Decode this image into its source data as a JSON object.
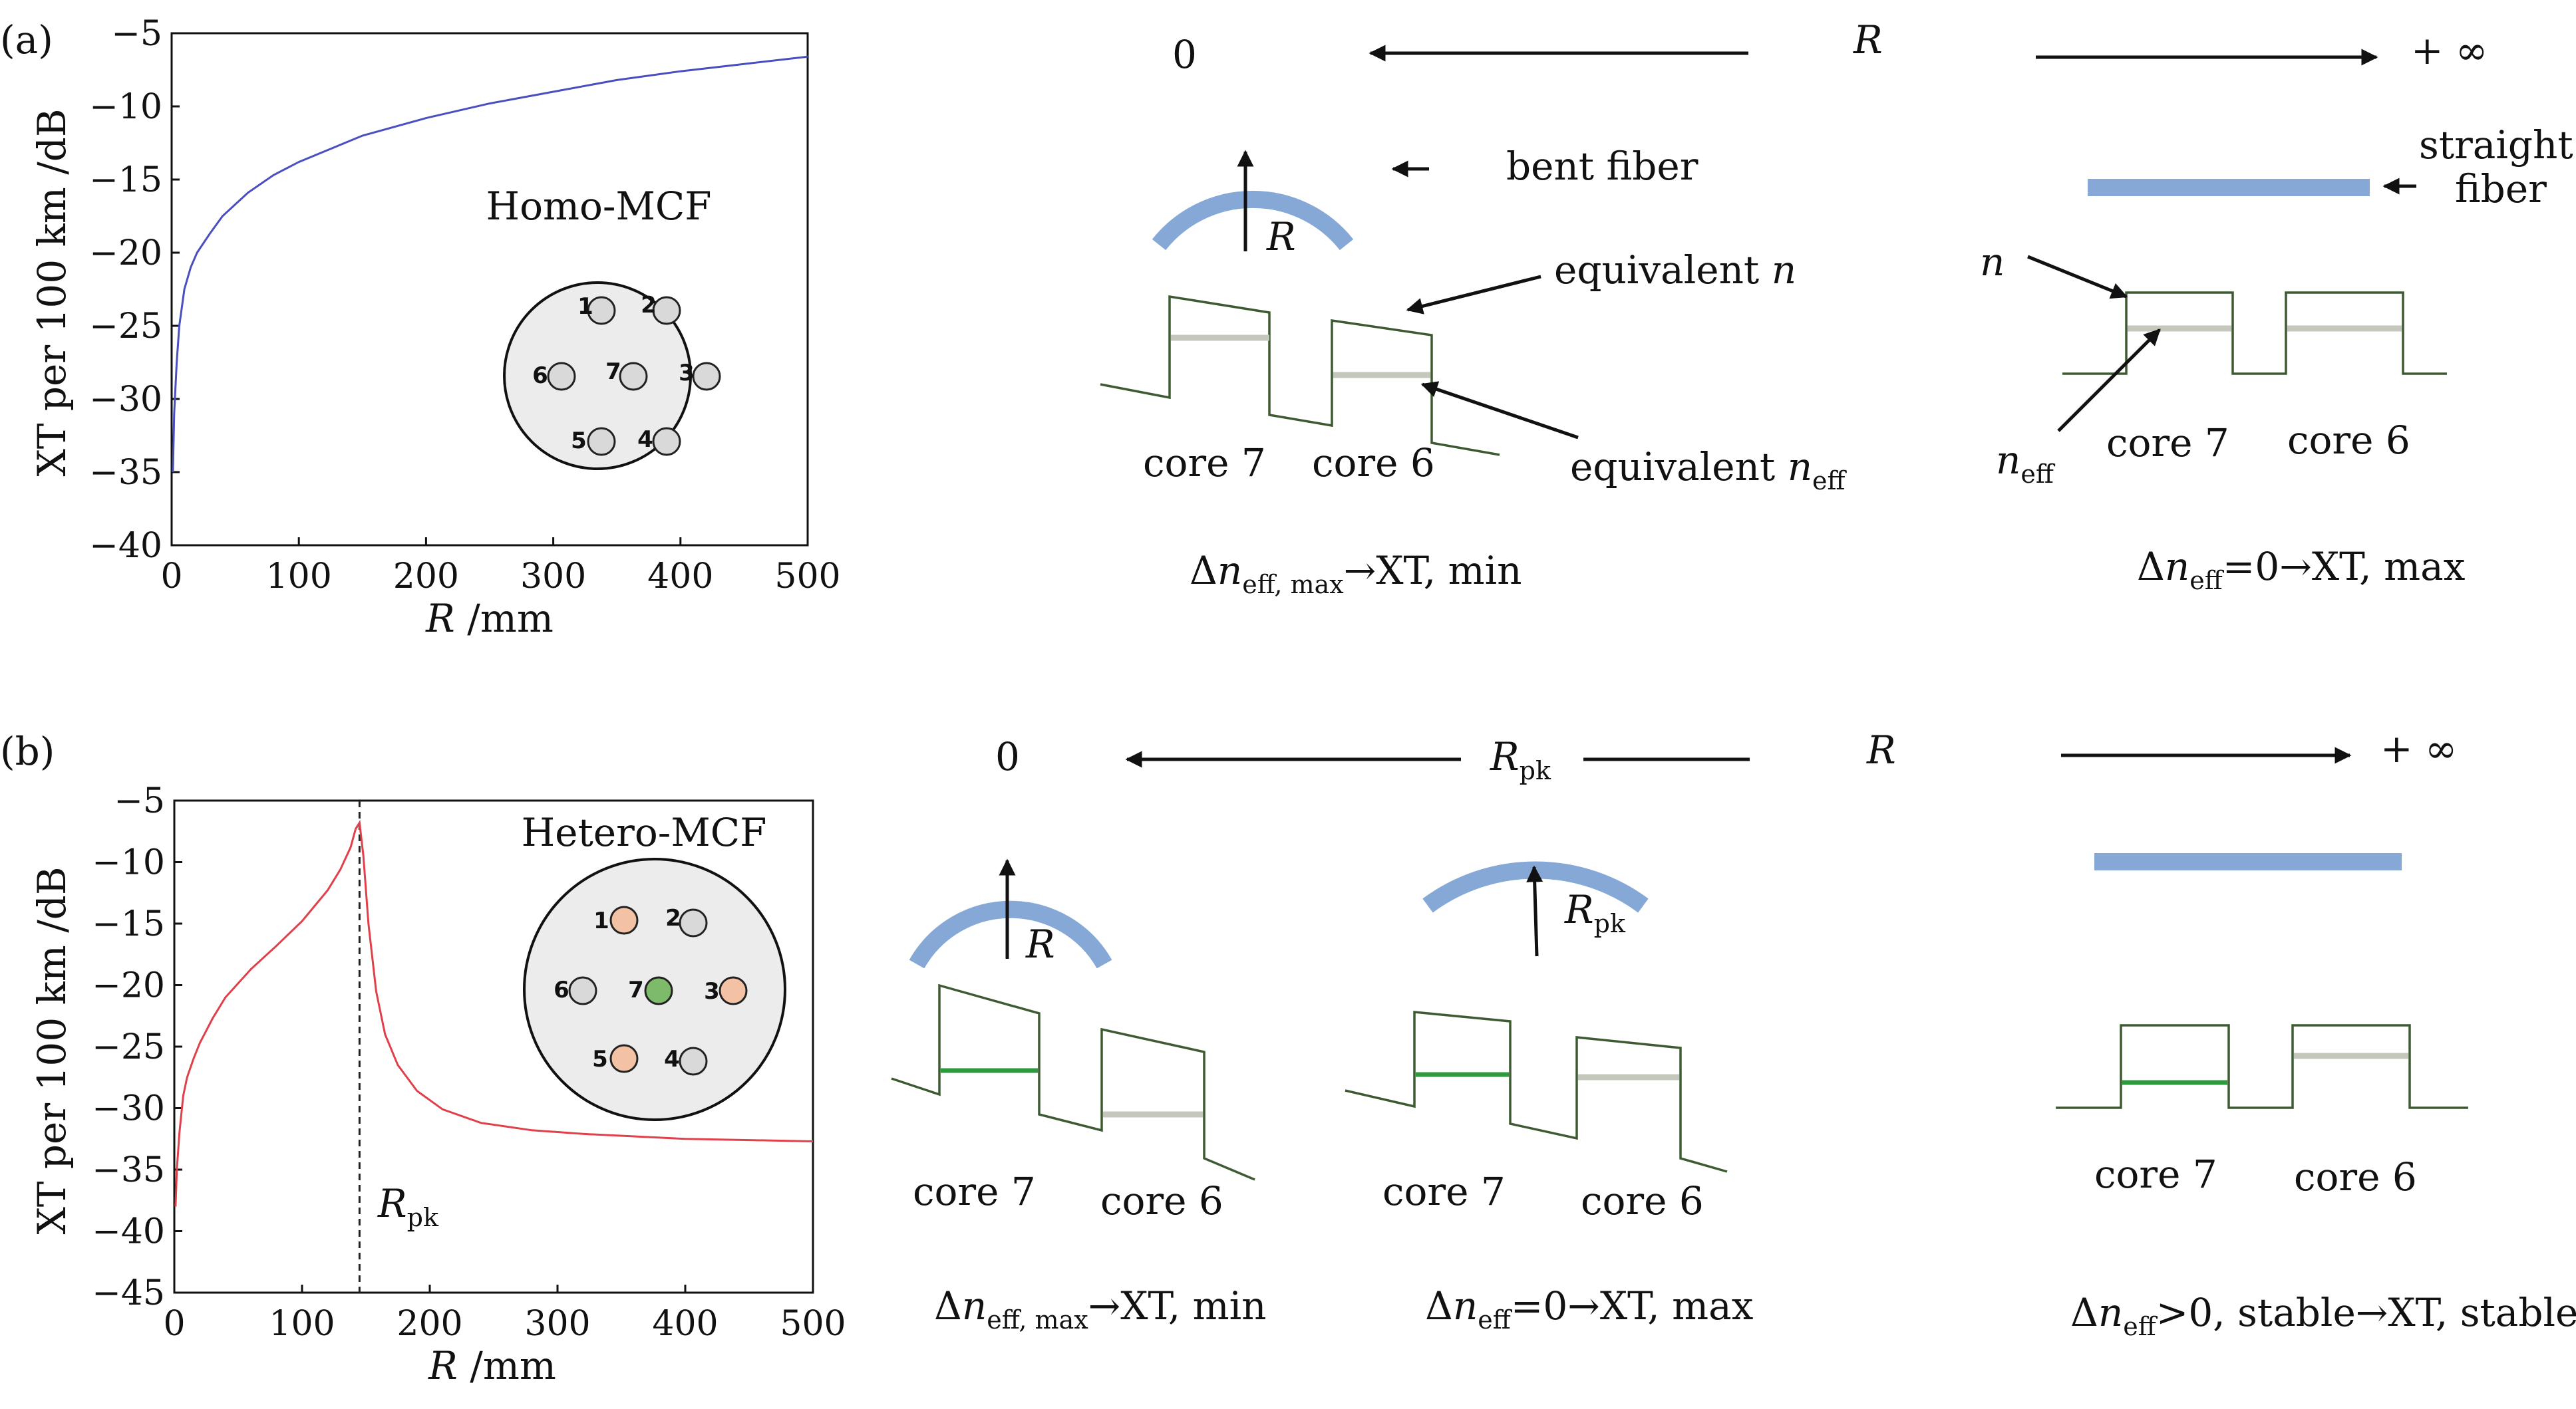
{
  "panel_a": {
    "tag": "(a)",
    "mcf_label": "Homo-MCF",
    "ylabel": "XT per 100 km /dB",
    "xlabel_var": "R",
    "xlabel_unit": " /mm",
    "top": {
      "left": "0",
      "var": "R",
      "right": "+ ∞"
    },
    "bent_label": "bent fiber",
    "straight_label_1": "straight",
    "straight_label_2": "fiber",
    "bend_r": "R",
    "equiv_n_text": "equivalent ",
    "equiv_n_var": "n",
    "equiv_neff_text": "equivalent ",
    "equiv_neff_var": "n",
    "equiv_neff_sub": "eff",
    "n_label": "n",
    "neff_var": "n",
    "neff_sub": "eff",
    "core7": "core 7",
    "core6": "core 6",
    "core7_right": "core 7",
    "core6_right": "core 6",
    "cond_left": {
      "delta": "Δ",
      "var": "n",
      "sub": "eff, max",
      "rest": "→XT, min"
    },
    "cond_right": {
      "delta": "Δ",
      "var": "n",
      "sub": "eff",
      "rest": "=0→XT, max"
    }
  },
  "panel_b": {
    "tag": "(b)",
    "mcf_label": "Hetero-MCF",
    "ylabel": "XT per 100 km /dB",
    "xlabel_var": "R",
    "xlabel_unit": " /mm",
    "top": {
      "left": "0",
      "mid_var": "R",
      "mid_sub": "pk",
      "var": "R",
      "right": "+ ∞"
    },
    "bend_r1": "R",
    "bend_r2_var": "R",
    "bend_r2_sub": "pk",
    "rpk_var": "R",
    "rpk_sub": "pk",
    "core7_a": "core 7",
    "core6_a": "core 6",
    "core7_b": "core 7",
    "core6_b": "core 6",
    "core7_c": "core 7",
    "core6_c": "core 6",
    "cond1": {
      "delta": "Δ",
      "var": "n",
      "sub": "eff, max",
      "rest": "→XT, min"
    },
    "cond2": {
      "delta": "Δ",
      "var": "n",
      "sub": "eff",
      "rest": "=0→XT, max"
    },
    "cond3": {
      "delta": "Δ",
      "var": "n",
      "sub": "eff",
      "rest": ">0, stable→XT, stable"
    }
  },
  "core_numbers": [
    "1",
    "2",
    "3",
    "4",
    "5",
    "6",
    "7"
  ],
  "colors": {
    "homo_curve": "#4a4fc0",
    "hetero_curve": "#e0404a",
    "fiber": "#86a8d6",
    "orange_core": "#f3c2a4",
    "green_core": "#7dba6a",
    "gray_core": "#d9d9d9"
  },
  "chart_data": [
    {
      "type": "line",
      "series": [
        {
          "color": "#4a4fc0",
          "x": [
            1,
            2,
            4,
            6,
            10,
            15,
            20,
            30,
            40,
            60,
            80,
            100,
            150,
            200,
            250,
            300,
            350,
            400,
            450,
            500
          ],
          "y": [
            -35,
            -31,
            -27.5,
            -25,
            -22.5,
            -21,
            -20,
            -18.7,
            -17.5,
            -15.9,
            -14.7,
            -13.8,
            -12.0,
            -10.8,
            -9.8,
            -9.0,
            -8.2,
            -7.6,
            -7.1,
            -6.6
          ]
        }
      ],
      "xlim": [
        0,
        500
      ],
      "ylim": [
        -40,
        -5
      ],
      "xticks": [
        0,
        100,
        200,
        300,
        400,
        500
      ],
      "yticks": [
        -5,
        -10,
        -15,
        -20,
        -25,
        -30,
        -35,
        -40
      ]
    },
    {
      "type": "line",
      "series": [
        {
          "color": "#e0404a",
          "x": [
            1,
            2,
            4,
            7,
            10,
            15,
            20,
            30,
            40,
            60,
            80,
            100,
            120,
            130,
            138,
            142,
            145,
            148,
            152,
            158,
            165,
            175,
            190,
            210,
            240,
            280,
            320,
            360,
            400,
            450,
            500
          ],
          "y": [
            -38,
            -35,
            -32,
            -29,
            -27.5,
            -26,
            -24.7,
            -22.7,
            -21,
            -18.7,
            -16.8,
            -14.8,
            -12.3,
            -10.6,
            -8.8,
            -7.3,
            -6.8,
            -9.5,
            -15,
            -20.5,
            -24,
            -26.5,
            -28.6,
            -30.1,
            -31.2,
            -31.8,
            -32.1,
            -32.3,
            -32.5,
            -32.6,
            -32.7
          ]
        }
      ],
      "xlim": [
        0,
        500
      ],
      "ylim": [
        -45,
        -5
      ],
      "xticks": [
        0,
        100,
        200,
        300,
        400,
        500
      ],
      "yticks": [
        -5,
        -10,
        -15,
        -20,
        -25,
        -30,
        -35,
        -40,
        -45
      ],
      "vline_x": 145
    }
  ]
}
